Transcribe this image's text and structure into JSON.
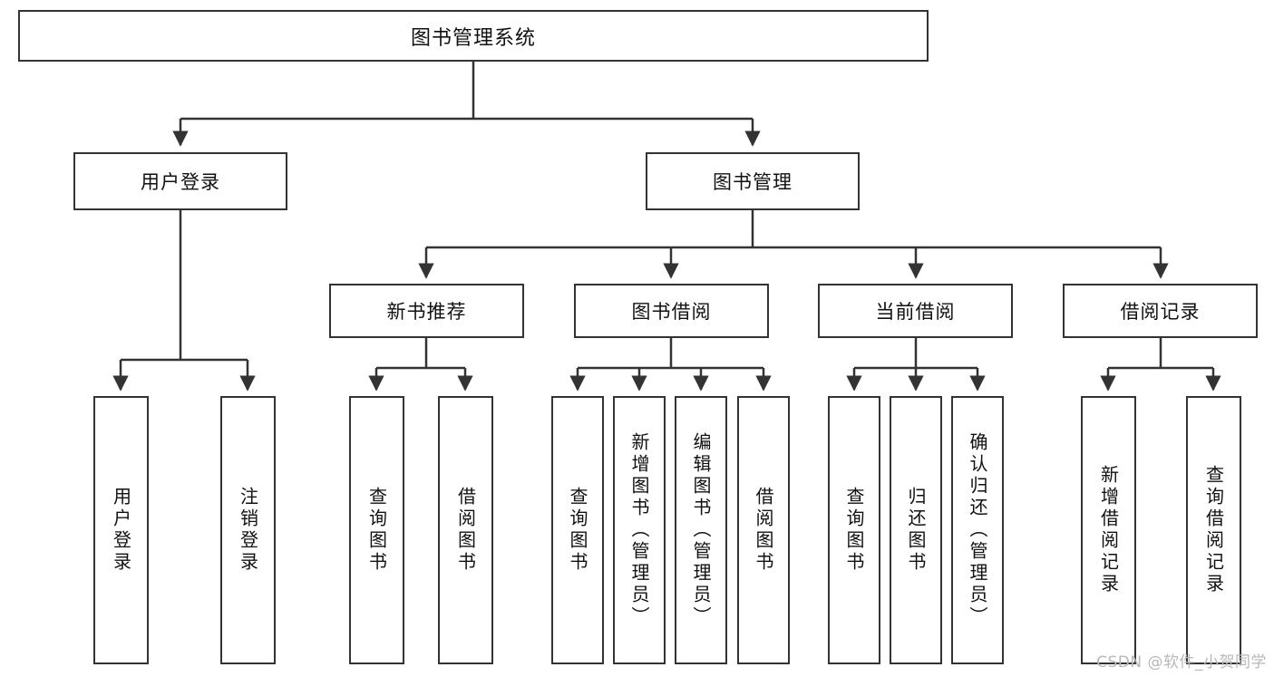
{
  "diagram": {
    "title": "图书管理系统",
    "type": "tree-hierarchy-diagram",
    "orientation": "top-down",
    "box_fill": "#ffffff",
    "box_stroke": "#333333",
    "connector_stroke": "#333333",
    "background": "#ffffff"
  },
  "root": {
    "label": "图书管理系统"
  },
  "level2": [
    {
      "label": "用户登录"
    },
    {
      "label": "图书管理"
    }
  ],
  "level3": [
    {
      "label": "新书推荐"
    },
    {
      "label": "图书借阅"
    },
    {
      "label": "当前借阅"
    },
    {
      "label": "借阅记录"
    }
  ],
  "leaves": {
    "user_login": [
      {
        "label": "用户登录"
      },
      {
        "label": "注销登录"
      }
    ],
    "new_book_recommend": [
      {
        "label": "查询图书"
      },
      {
        "label": "借阅图书"
      }
    ],
    "book_borrow": [
      {
        "label": "查询图书"
      },
      {
        "label": "新增图书（管理员）"
      },
      {
        "label": "编辑图书（管理员）"
      },
      {
        "label": "借阅图书"
      }
    ],
    "current_borrow": [
      {
        "label": "查询图书"
      },
      {
        "label": "归还图书"
      },
      {
        "label": "确认归还（管理员）"
      }
    ],
    "borrow_record": [
      {
        "label": "新增借阅记录"
      },
      {
        "label": "查询借阅记录"
      }
    ]
  },
  "watermark": {
    "text": "CSDN @软件_小贺同学"
  }
}
